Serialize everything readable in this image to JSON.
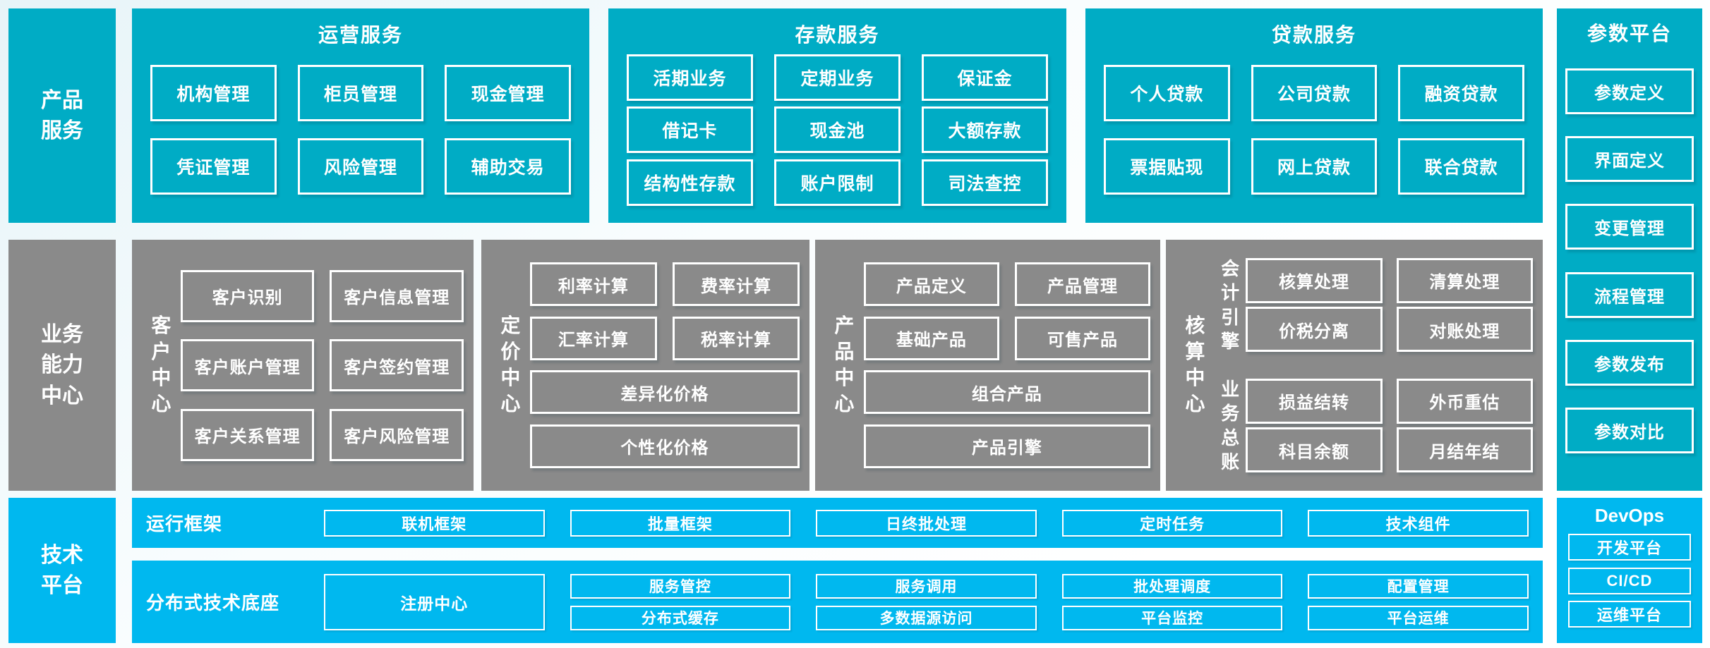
{
  "palette": {
    "teal": "#00ACC5",
    "gray": "#8A8A8A",
    "blue": "#00B8EF",
    "text": "#FFFFFF"
  },
  "sidebar": {
    "product": "产品服务",
    "business": "业务能力中心",
    "tech": "技术平台"
  },
  "product_services": {
    "operations": {
      "title": "运营服务",
      "boxes": [
        [
          "机构管理",
          "柜员管理",
          "现金管理"
        ],
        [
          "凭证管理",
          "风险管理",
          "辅助交易"
        ]
      ]
    },
    "deposit": {
      "title": "存款服务",
      "boxes": [
        [
          "活期业务",
          "定期业务",
          "保证金"
        ],
        [
          "借记卡",
          "现金池",
          "大额存款"
        ],
        [
          "结构性存款",
          "账户限制",
          "司法查控"
        ]
      ]
    },
    "loan": {
      "title": "贷款服务",
      "boxes": [
        [
          "个人贷款",
          "公司贷款",
          "融资贷款"
        ],
        [
          "票据贴现",
          "网上贷款",
          "联合贷款"
        ]
      ]
    }
  },
  "param_platform": {
    "title": "参数平台",
    "items": [
      "参数定义",
      "界面定义",
      "变更管理",
      "流程管理",
      "参数发布",
      "参数对比"
    ]
  },
  "capability_centers": {
    "customer": {
      "label": "客户中心",
      "boxes": [
        [
          "客户识别",
          "客户信息管理"
        ],
        [
          "客户账户管理",
          "客户签约管理"
        ],
        [
          "客户关系管理",
          "客户风险管理"
        ]
      ]
    },
    "pricing": {
      "label": "定价中心",
      "boxes": [
        [
          "利率计算",
          "费率计算"
        ],
        [
          "汇率计算",
          "税率计算"
        ]
      ],
      "wide": [
        "差异化价格",
        "个性化价格"
      ]
    },
    "product": {
      "label": "产品中心",
      "boxes": [
        [
          "产品定义",
          "产品管理"
        ],
        [
          "基础产品",
          "可售产品"
        ]
      ],
      "wide": [
        "组合产品",
        "产品引擎"
      ]
    },
    "accounting": {
      "label": "核算中心",
      "groups": [
        {
          "label": "会计引擎",
          "boxes": [
            [
              "核算处理",
              "清算处理"
            ],
            [
              "价税分离",
              "对账处理"
            ]
          ]
        },
        {
          "label": "业务总账",
          "boxes": [
            [
              "损益结转",
              "外币重估"
            ],
            [
              "科目余额",
              "月结年结"
            ]
          ]
        }
      ]
    }
  },
  "tech_platform": {
    "runtime": {
      "label": "运行框架",
      "items": [
        "联机框架",
        "批量框架",
        "日终批处理",
        "定时任务",
        "技术组件"
      ]
    },
    "distributed": {
      "label": "分布式技术底座",
      "registry": "注册中心",
      "columns": [
        [
          "服务管控",
          "分布式缓存"
        ],
        [
          "服务调用",
          "多数据源访问"
        ],
        [
          "批处理调度",
          "平台监控"
        ],
        [
          "配置管理",
          "平台运维"
        ]
      ]
    }
  },
  "devops": {
    "title": "DevOps",
    "items": [
      "开发平台",
      "CI/CD",
      "运维平台"
    ]
  }
}
